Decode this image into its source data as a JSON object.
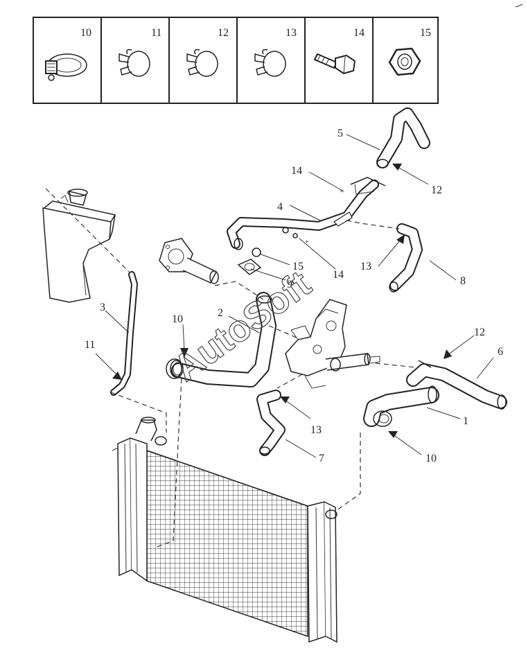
{
  "parts_legend": [
    {
      "number": "10",
      "icon": "worm-gear-clamp-icon"
    },
    {
      "number": "11",
      "icon": "spring-clamp-icon"
    },
    {
      "number": "12",
      "icon": "spring-clamp-icon"
    },
    {
      "number": "13",
      "icon": "spring-clamp-icon"
    },
    {
      "number": "14",
      "icon": "bolt-icon"
    },
    {
      "number": "15",
      "icon": "hex-nut-icon"
    }
  ],
  "callouts": {
    "c1": "1",
    "c2": "2",
    "c3": "3",
    "c4": "4",
    "c5": "5",
    "c6": "6",
    "c7": "7",
    "c8": "8",
    "c9": "9",
    "c10a": "10",
    "c10b": "10",
    "c11": "11",
    "c12a": "12",
    "c12b": "12",
    "c13a": "13",
    "c13b": "13",
    "c14a": "14",
    "c14b": "14",
    "c15": "15"
  },
  "watermark": "AutoSoft"
}
